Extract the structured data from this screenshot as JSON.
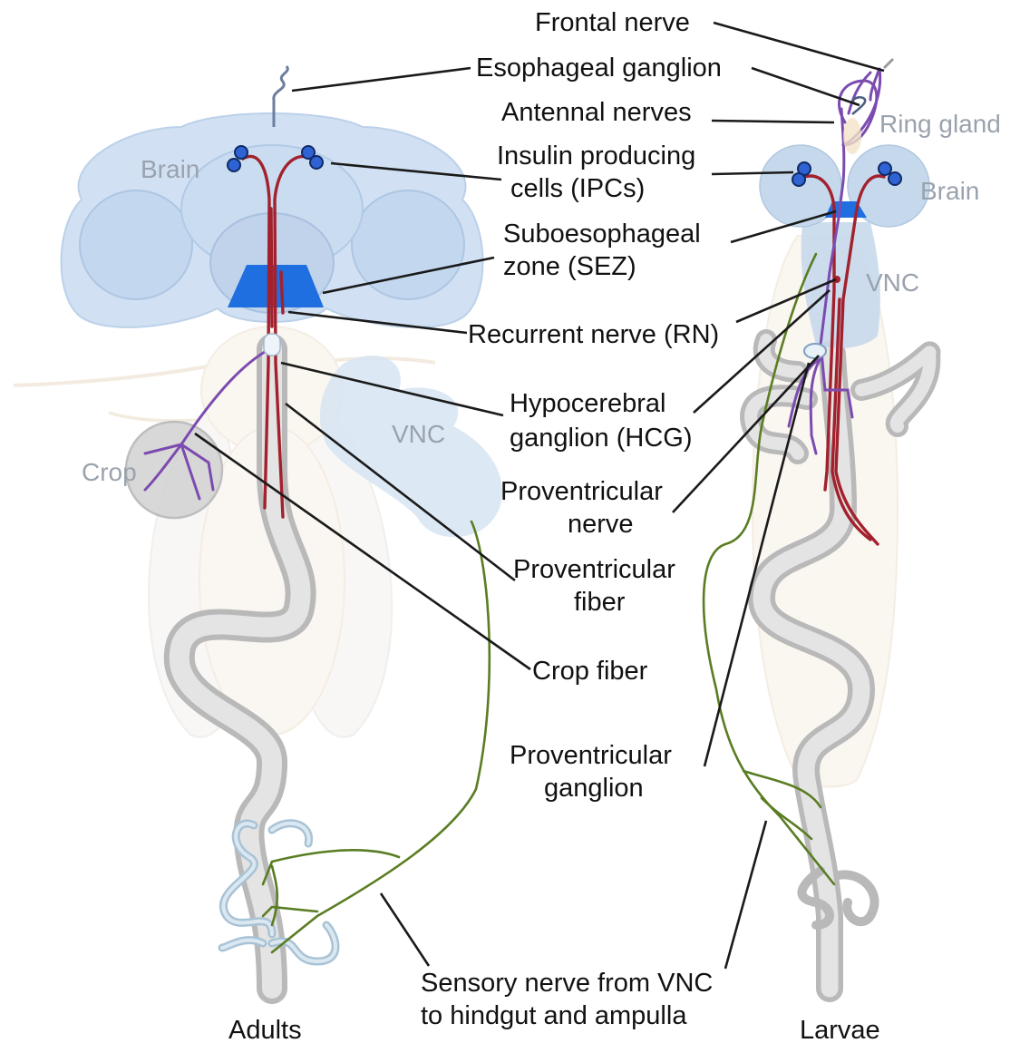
{
  "labels": {
    "frontal_nerve": "Frontal nerve",
    "esophageal_ganglion": "Esophageal ganglion",
    "antennal_nerves": "Antennal nerves",
    "ipc_line1": "Insulin producing",
    "ipc_line2": "cells (IPCs)",
    "sez_line1": "Suboesophageal",
    "sez_line2": "zone (SEZ)",
    "recurrent_nerve": "Recurrent nerve (RN)",
    "hcg_line1": "Hypocerebral",
    "hcg_line2": "ganglion (HCG)",
    "pv_nerve_line1": "Proventricular",
    "pv_nerve_line2": "nerve",
    "pv_fiber_line1": "Proventricular",
    "pv_fiber_line2": "fiber",
    "crop_fiber": "Crop fiber",
    "pv_ganglion_line1": "Proventricular",
    "pv_ganglion_line2": "ganglion",
    "sensory_line1": "Sensory nerve from VNC",
    "sensory_line2": "to hindgut and ampulla"
  },
  "anatomy_labels": {
    "adult_brain": "Brain",
    "adult_vnc": "VNC",
    "adult_crop": "Crop",
    "ring_gland": "Ring gland",
    "larva_brain": "Brain",
    "larva_vnc": "VNC"
  },
  "captions": {
    "adults": "Adults",
    "larvae": "Larvae"
  },
  "colors": {
    "nerve_red": "#a2212d",
    "nerve_purple": "#7c4bb0",
    "nerve_green": "#5a7d23",
    "ipc_blue": "#2f63d4",
    "sez_blue": "#1f6fe0",
    "brain_fill": "#cfe0f3"
  }
}
